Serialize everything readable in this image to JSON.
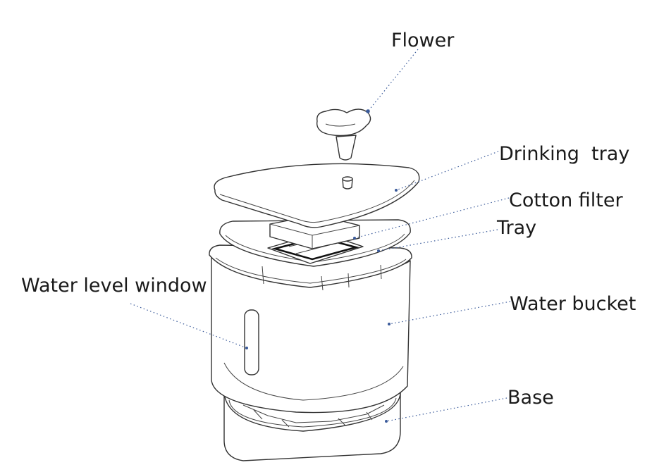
{
  "labels": {
    "flower": "Flower",
    "drinking_tray": "Drinking  tray",
    "cotton_filter": "Cotton filter",
    "tray": "Tray",
    "water_level_window": "Water level window",
    "water_bucket": "Water bucket",
    "base": "Base"
  },
  "colors": {
    "leader": "#3a5a9a",
    "outline": "#333333",
    "text": "#1a1a1a"
  }
}
